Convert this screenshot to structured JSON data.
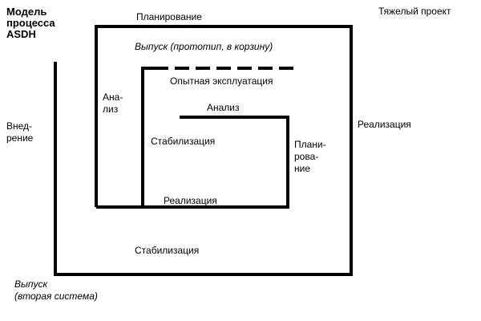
{
  "title": {
    "line1": "Модель",
    "line2": "процесса",
    "line3": "ASDH"
  },
  "corner_label": "Тяжелый проект",
  "labels": {
    "planning_top": "Планирование",
    "release_prototype": "Выпуск (прототип, в корзину)",
    "pilot_operation": "Опытная эксплуатация",
    "analysis_outer_line1": "Ана-",
    "analysis_outer_line2": "лиз",
    "analysis_inner": "Анализ",
    "stabilization_inner": "Стабилизация",
    "planning_inner_line1": "Плани-",
    "planning_inner_line2": "рова-",
    "planning_inner_line3": "ние",
    "realization_inner": "Реализация",
    "realization_right": "Реализация",
    "stabilization_bottom": "Стабилизация",
    "deployment_line1": "Внед-",
    "deployment_line2": "рение",
    "release_second_line1": "Выпуск",
    "release_second_line2": "(вторая система)"
  },
  "colors": {
    "line": "#000000",
    "background": "#ffffff"
  }
}
